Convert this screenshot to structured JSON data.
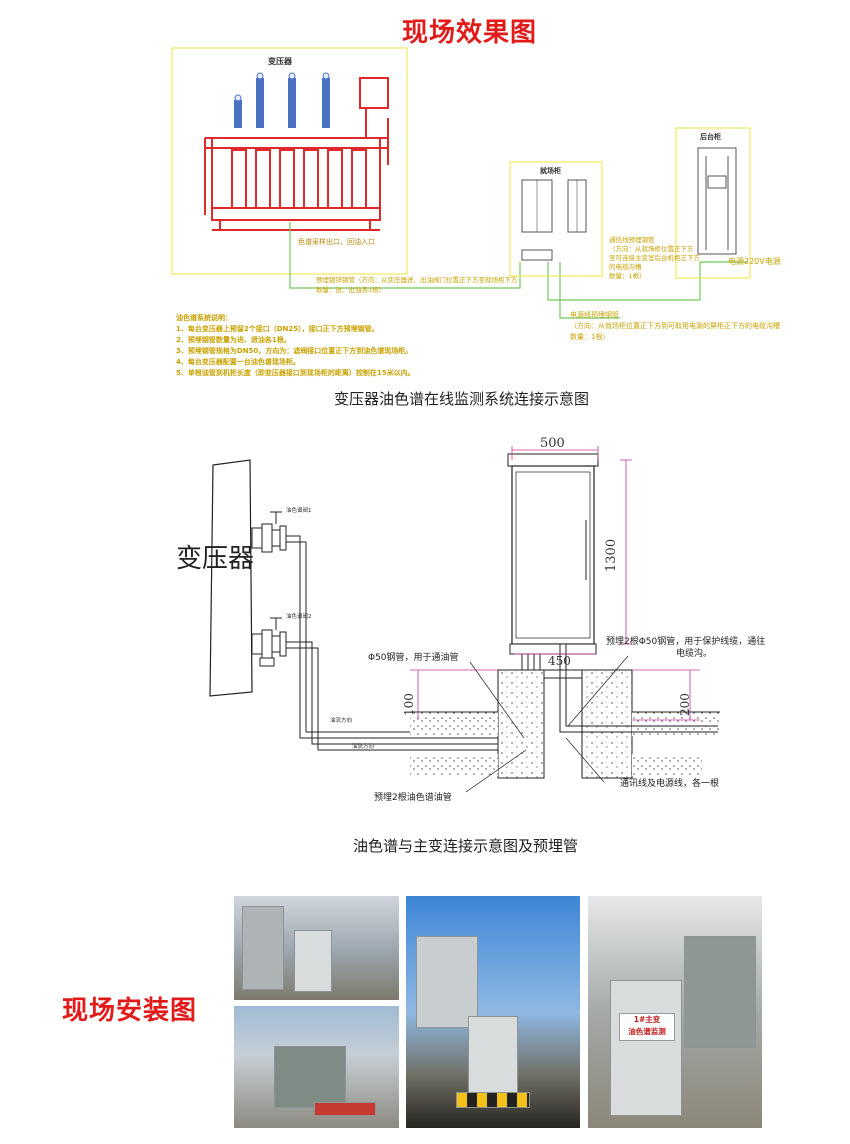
{
  "header": {
    "site_effect_title": "现场效果图",
    "install_title": "现场安装图"
  },
  "diagram1": {
    "caption": "变压器油色谱在线监测系统连接示意图",
    "transformer_label": "变压器",
    "field_cabinet_label": "就场柜",
    "backstage_cabinet_label": "后台柜",
    "bottom_port_note": "色谱采样出口，回油入口",
    "steel_pipe_note_1": "预埋镀锌钢管（方向：从变压器进、出油阀门位置正下方至就场柜下方",
    "steel_pipe_note_2": "数量：进、出油各1根）",
    "comm_pipe_note_1": "通信线预埋钢管",
    "comm_pipe_note_2": "（方向：从就场柜位置正下方",
    "comm_pipe_note_3": "至可连接主变室后台机柜正下方",
    "comm_pipe_note_4": "的电缆沟槽",
    "comm_pipe_note_5": "数量：1根）",
    "power_label": "电源220V电源",
    "power_pipe_note_1": "电源线预埋钢管",
    "power_pipe_note_2": "（方向：从就场柜位置正下方到可取用电源的屏柜正下方的电缆沟槽",
    "power_pipe_note_3": "数量：1根）",
    "notes_title": "油色谱系统说明：",
    "notes": [
      "1、每台变压器上预留2个接口（DN25），接口正下方预埋钢管。",
      "2、预埋钢管数量为进、退油各1根。",
      "3、预埋钢管规格为DN50，方向为：滤阀接口位置正下方到油色谱现场柜。",
      "4、每台变压器配置一台油色谱现场柜。",
      "5、单根油管到机柜长度（即变压器接口到现场柜的距离）控制在15米以内。"
    ]
  },
  "diagram2": {
    "caption": "油色谱与主变连接示意图及预埋管",
    "transformer_label": "变压器",
    "dim_width": "500",
    "dim_height": "1300",
    "dim_base": "450",
    "dim_depth_left": "100",
    "dim_depth_right": "200",
    "left_pipe_note": "Φ50钢管，用于通油管",
    "right_pipe_note_1": "预埋2根Φ50钢管，用于保护线缆，通往",
    "right_pipe_note_2": "电缆沟。",
    "embed_oil_note": "预埋2根油色谱油管",
    "comm_power_note": "通讯线及电源线，各一根",
    "valve_top": "油色谱阀1",
    "valve_bottom": "油色谱阀2",
    "flow_in": "油流方向",
    "flow_out": "油流方向"
  },
  "photos": {
    "sign_line_1": "1#主变",
    "sign_line_2": "油色谱监测"
  }
}
